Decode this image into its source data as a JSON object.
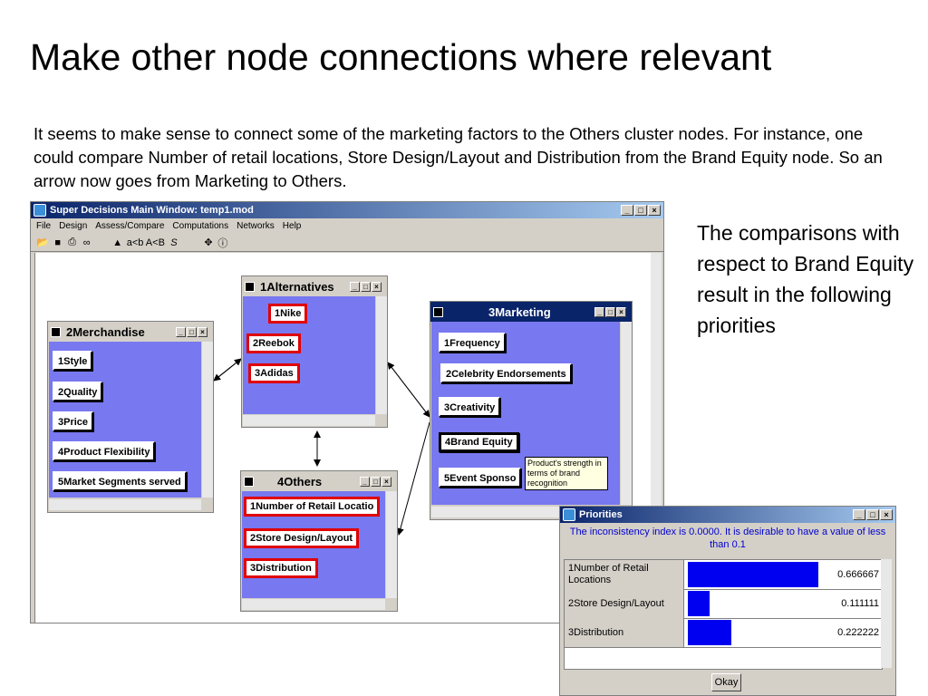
{
  "slide": {
    "title": "Make other node connections where relevant",
    "intro": "It seems to make sense to connect some of the marketing factors to the Others cluster nodes. For instance, one could compare Number of retail locations, Store Design/Layout and Distribution from the Brand Equity node. So an arrow now goes from Marketing to Others.",
    "side_note": "The comparisons with respect to Brand Equity result in the following priorities"
  },
  "app": {
    "title": "Super Decisions Main Window: temp1.mod",
    "window_buttons": [
      "_",
      "□",
      "×"
    ],
    "menu": [
      "File",
      "Design",
      "Assess/Compare",
      "Computations",
      "Networks",
      "Help"
    ],
    "toolbar_text": "a<b  A<B"
  },
  "clusters": {
    "merchandise": {
      "title": "2Merchandise",
      "nodes": [
        "1Style",
        "2Quality",
        "3Price",
        "4Product Flexibility",
        "5Market Segments served"
      ]
    },
    "alternatives": {
      "title": "1Alternatives",
      "nodes": [
        "1Nike",
        "2Reebok",
        "3Adidas"
      ]
    },
    "marketing": {
      "title": "3Marketing",
      "nodes": [
        "1Frequency",
        "2Celebrity Endorsements",
        "3Creativity",
        "4Brand Equity",
        "5Event Sponso"
      ]
    },
    "others": {
      "title": "4Others",
      "nodes": [
        "1Number of Retail Locatio",
        "2Store Design/Layout",
        "3Distribution"
      ]
    }
  },
  "tooltip": "Product's strength in terms of brand recognition",
  "priorities": {
    "title": "Priorities",
    "message": "The inconsistency index is 0.0000.  It is desirable to have a value of less than 0.1",
    "rows": [
      {
        "label": "1Number of Retail Locations",
        "value": "0.666667",
        "fraction": 0.666667
      },
      {
        "label": "2Store Design/Layout",
        "value": "0.111111",
        "fraction": 0.111111
      },
      {
        "label": "3Distribution",
        "value": "0.222222",
        "fraction": 0.222222
      }
    ],
    "ok_label": "Okay"
  },
  "colors": {
    "cluster_body": "#7878f0",
    "highlight_border": "#e00000",
    "priority_bar": "#0000f0",
    "title_bar": "#0a246a"
  }
}
